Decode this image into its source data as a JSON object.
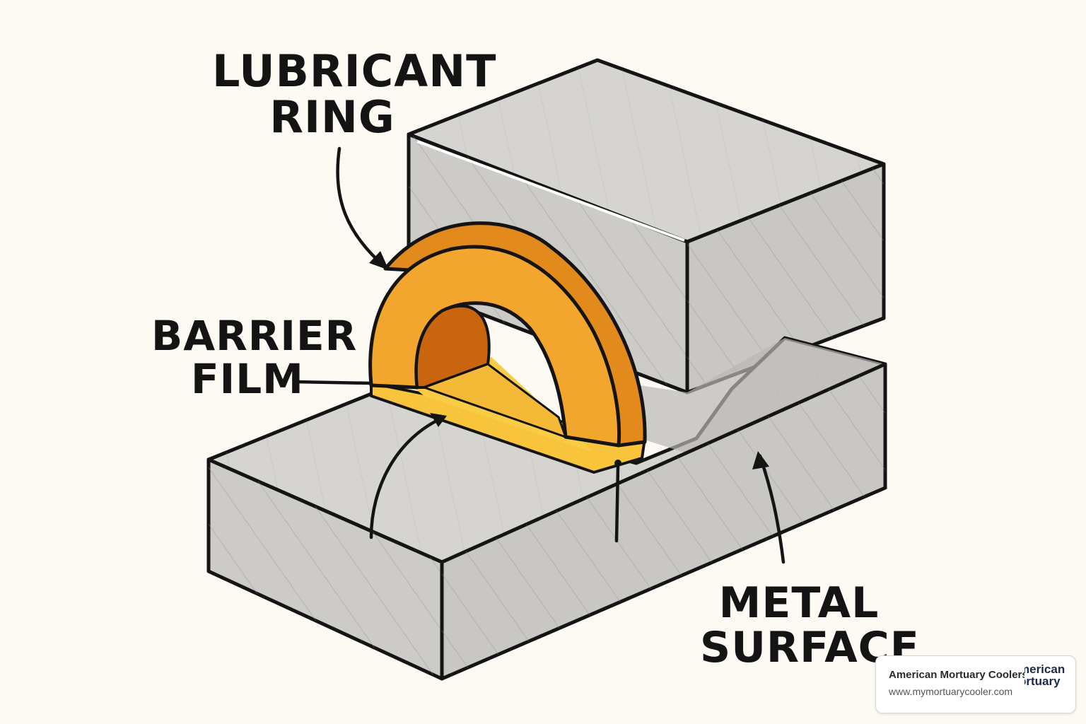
{
  "labels": {
    "lubricant_ring": [
      "LUBRICANT",
      "RING"
    ],
    "barrier_film": [
      "BARRIER",
      "FILM"
    ],
    "metal_surface": [
      "METAL",
      "SURFACE"
    ]
  },
  "badge": {
    "name": "American Mortuary Coolers",
    "url": "www.mymortuarycooler.com",
    "logo_line1": "merican",
    "logo_line2": "ortuary"
  },
  "colors": {
    "metal_top": "#d6d4d1",
    "metal_side": "#c9c7c4",
    "metal_dark": "#b9b7b4",
    "ring_front": "#f3a62d",
    "ring_side": "#e28a1c",
    "ring_inner": "#c9650f",
    "film": "#f7c43c",
    "outline": "#141414"
  }
}
